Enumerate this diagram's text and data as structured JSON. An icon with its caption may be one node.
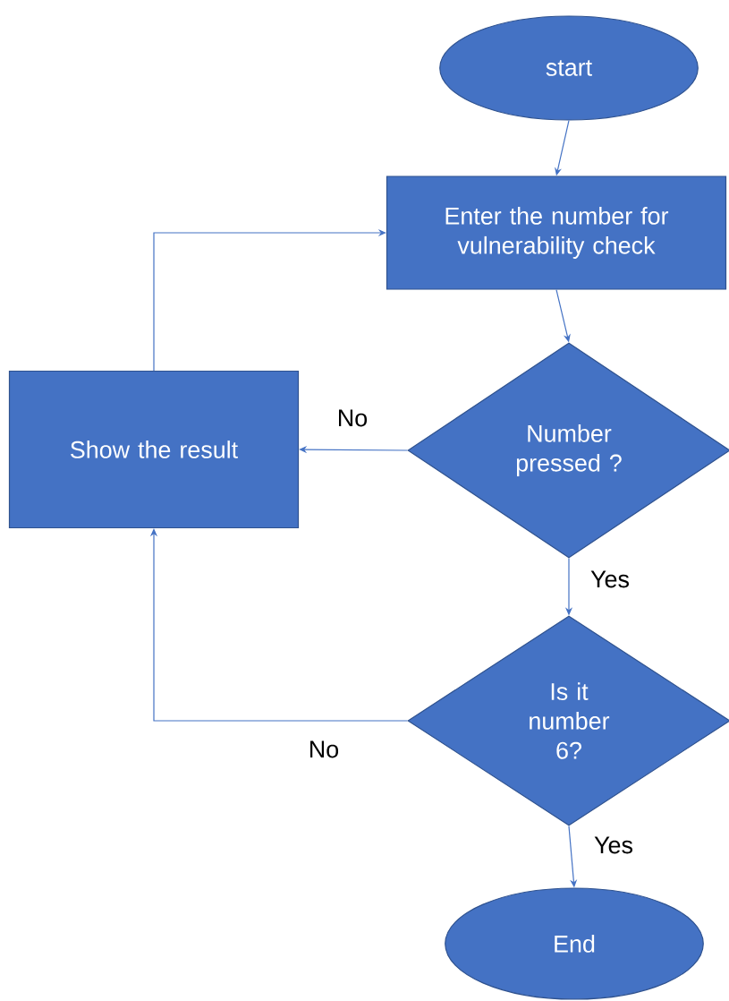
{
  "diagram": {
    "nodes": [
      {
        "text": [
          "start"
        ]
      },
      {
        "text": [
          "Enter the number for vulnerability check"
        ]
      },
      {
        "text": [
          "Number pressed ?"
        ]
      },
      {
        "text": [
          "Show the result"
        ]
      },
      {
        "text": [
          "Is it number 6?"
        ]
      },
      {
        "text": [
          "End"
        ]
      }
    ],
    "edges": [
      {
        "from": 0,
        "to": 1,
        "arrow": "to"
      },
      {
        "from": 1,
        "to": 2,
        "arrow": "to"
      },
      {
        "from": 2,
        "to": 3,
        "arrow": "to",
        "label": "No"
      },
      {
        "from": 2,
        "to": 4,
        "arrow": "to",
        "label": "Yes"
      },
      {
        "from": 4,
        "to": 3,
        "arrow": "to",
        "label": "No"
      },
      {
        "from": 4,
        "to": 5,
        "arrow": "to",
        "label": "Yes"
      },
      {
        "from": 3,
        "to": 1,
        "arrow": "to"
      }
    ]
  }
}
